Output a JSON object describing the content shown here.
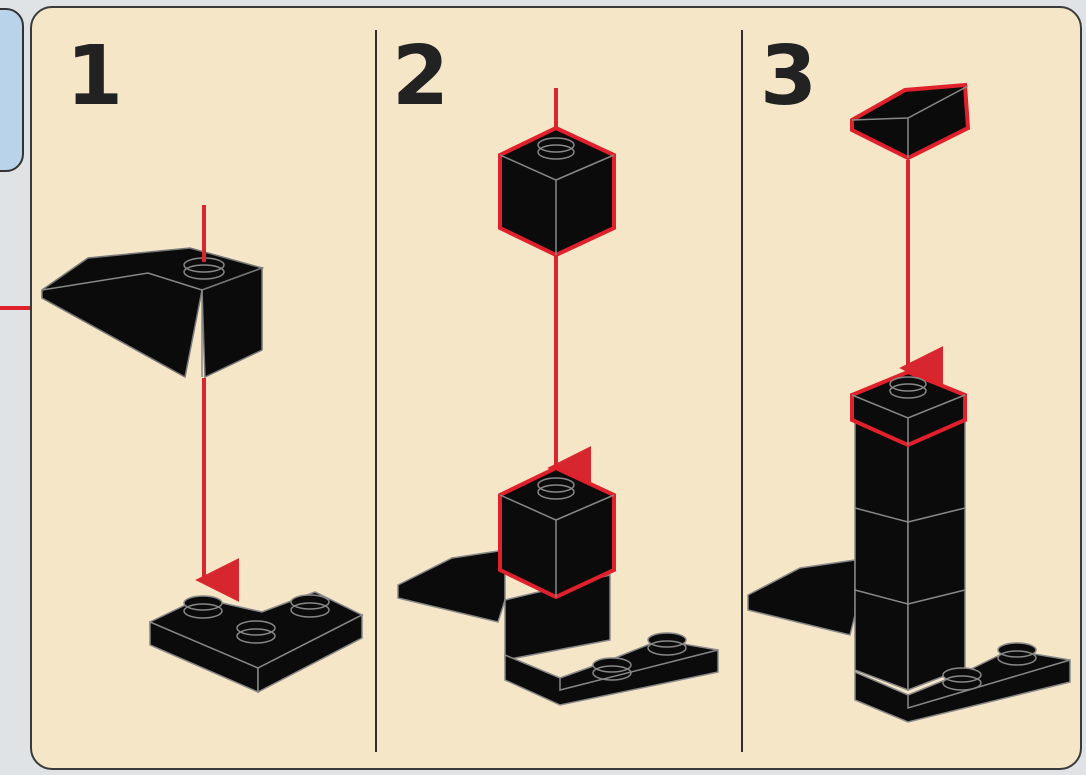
{
  "steps": [
    {
      "number": "1"
    },
    {
      "number": "2"
    },
    {
      "number": "3"
    }
  ],
  "colors": {
    "background": "#f5e6c8",
    "brick": "#0b0b0b",
    "edge": "#8a8a8a",
    "arrow": "#d8262e",
    "highlight": "#e0202a",
    "prev_panel": "#b9d3ea"
  },
  "icons": [
    "arrow-down-icon",
    "brick-slope-icon",
    "brick-1x1-icon",
    "plate-corner-icon"
  ]
}
